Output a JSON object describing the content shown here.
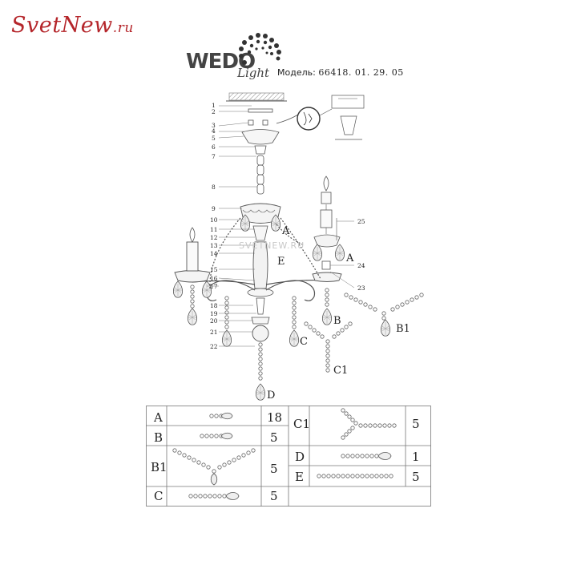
{
  "site_logo": {
    "main": "SvetNew",
    "tld": ".ru"
  },
  "brand": {
    "name": "WEDO",
    "sub": "Light"
  },
  "model": {
    "label": "Модель:",
    "number": "66418. 01. 29. 05"
  },
  "watermark": "SVETNEW.RU",
  "part_numbers": [
    "1",
    "2",
    "3",
    "4",
    "5",
    "6",
    "7",
    "8",
    "9",
    "10",
    "11",
    "12",
    "13",
    "14",
    "15",
    "16",
    "17",
    "18",
    "19",
    "20",
    "21",
    "22",
    "23",
    "24",
    "25"
  ],
  "diagram_labels": {
    "A": "A",
    "A2": "A",
    "B": "B",
    "B1": "B1",
    "C": "C",
    "C1": "C1",
    "D": "D",
    "E": "E"
  },
  "parts_table": {
    "left": [
      {
        "code": "A",
        "qty": "18",
        "icon": "crystal-drop-a"
      },
      {
        "code": "B",
        "qty": "5",
        "icon": "crystal-chain-b"
      },
      {
        "code": "B1",
        "qty": "5",
        "icon": "crystal-garland-b1"
      },
      {
        "code": "C",
        "qty": "5",
        "icon": "crystal-chain-c"
      }
    ],
    "right": [
      {
        "code": "C1",
        "qty": "5",
        "icon": "crystal-y-chain-c1"
      },
      {
        "code": "D",
        "qty": "1",
        "icon": "crystal-chain-d"
      },
      {
        "code": "E",
        "qty": "5",
        "icon": "bead-chain-e"
      }
    ]
  }
}
